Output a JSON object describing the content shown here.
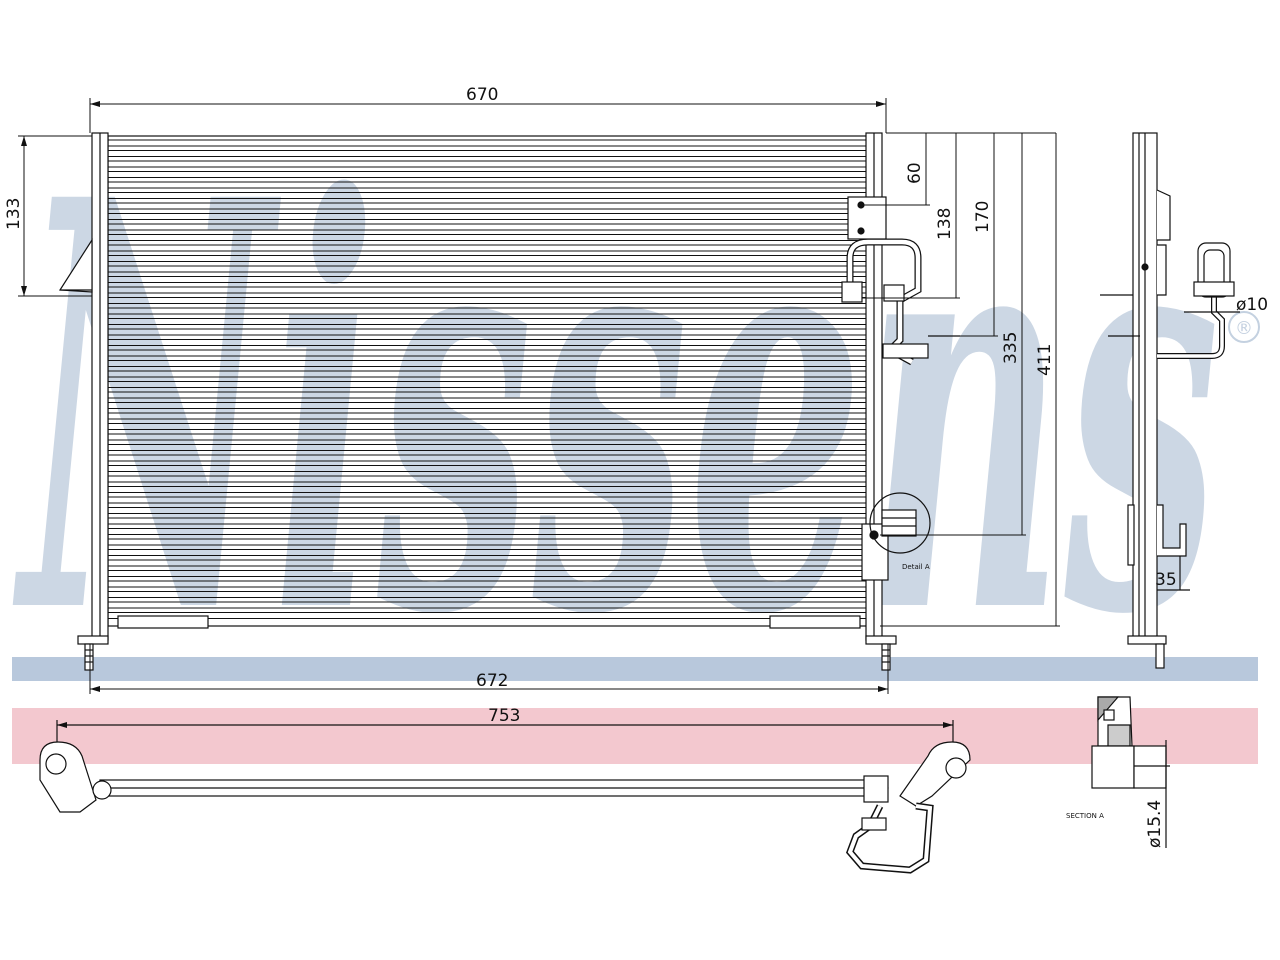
{
  "watermark": {
    "brand": "Nissens",
    "registered_mark": "®",
    "blue_band_color": "#b8c8dc",
    "pink_band_color": "#f3c8cf",
    "text_color": "#c4d1e0"
  },
  "dimensions": {
    "top_width": "670",
    "bottom_width": "672",
    "tube_length": "753",
    "left_height": "133",
    "d60": "60",
    "d138": "138",
    "d170": "170",
    "d335": "335",
    "d411": "411",
    "pipe_diameter": "ø10",
    "side_offset": "35",
    "section_diameter": "ø15.4"
  },
  "labels": {
    "detail_label": "Detail A",
    "section_label": "SECTION A"
  },
  "colors": {
    "line": "#111111",
    "background": "#ffffff"
  }
}
